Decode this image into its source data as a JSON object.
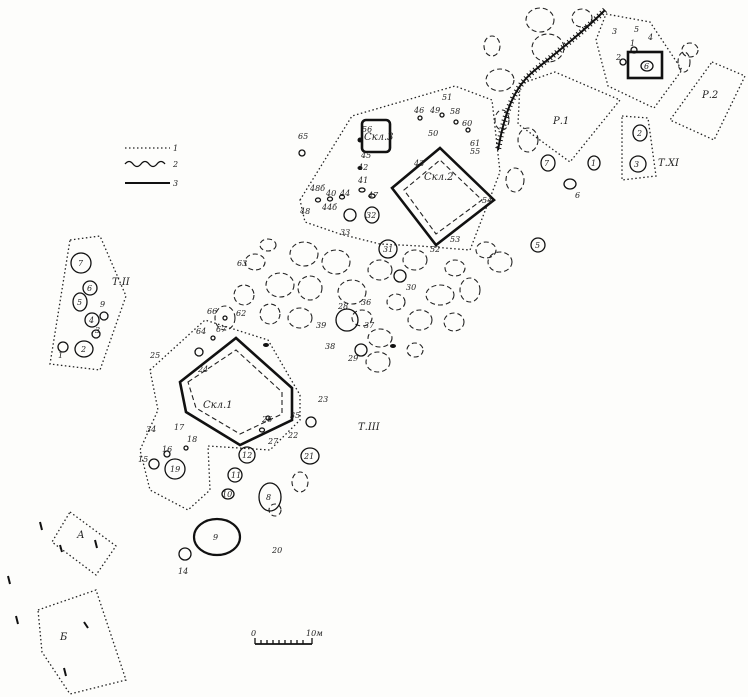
{
  "legend": {
    "items": [
      "1",
      "2",
      "3"
    ]
  },
  "areas": {
    "t2": "Т.II",
    "t3": "Т.III",
    "t11": "Т.XI",
    "r1": "Р.1",
    "r2": "Р.2",
    "a": "А",
    "b": "Б"
  },
  "structures": {
    "skl1": "Скл.1",
    "skl2": "Скл.2",
    "skl3": "Скл.3"
  },
  "scale": {
    "start": "0",
    "end": "10м"
  },
  "pit_numbers": {
    "n1": "1",
    "n2": "2",
    "n3": "3",
    "n4": "4",
    "n5": "5",
    "n6": "6",
    "n7": "7",
    "n8": "8",
    "n9": "9",
    "n10": "10",
    "n11": "11",
    "n12": "12",
    "n14": "14",
    "n15": "15",
    "n16": "16",
    "n17": "17",
    "n18": "18",
    "n19": "19",
    "n20": "20",
    "n21": "21",
    "n22": "22",
    "n23": "23",
    "n24": "24",
    "n25": "25",
    "n26": "26",
    "n27": "27",
    "n28": "28",
    "n29": "29",
    "n30": "30",
    "n31": "31",
    "n32": "32",
    "n33": "33",
    "n34": "34",
    "n35": "35",
    "n36": "36",
    "n37": "37",
    "n38": "38",
    "n39": "39",
    "n40": "40",
    "n41": "41",
    "n42": "42",
    "n43": "43",
    "n44": "44",
    "n45": "45",
    "n46": "46",
    "n47": "47",
    "n48": "48",
    "n49": "49",
    "n50": "50",
    "n51": "51",
    "n52": "52",
    "n53": "53",
    "n54": "54",
    "n55": "55",
    "n56": "56",
    "n57": "57",
    "n58": "58",
    "n60": "60",
    "n61": "61",
    "n62": "62",
    "n63": "63",
    "n64": "64",
    "n65": "65",
    "n66": "66",
    "n67": "67",
    "n44b": "44б",
    "n48b": "48б"
  }
}
